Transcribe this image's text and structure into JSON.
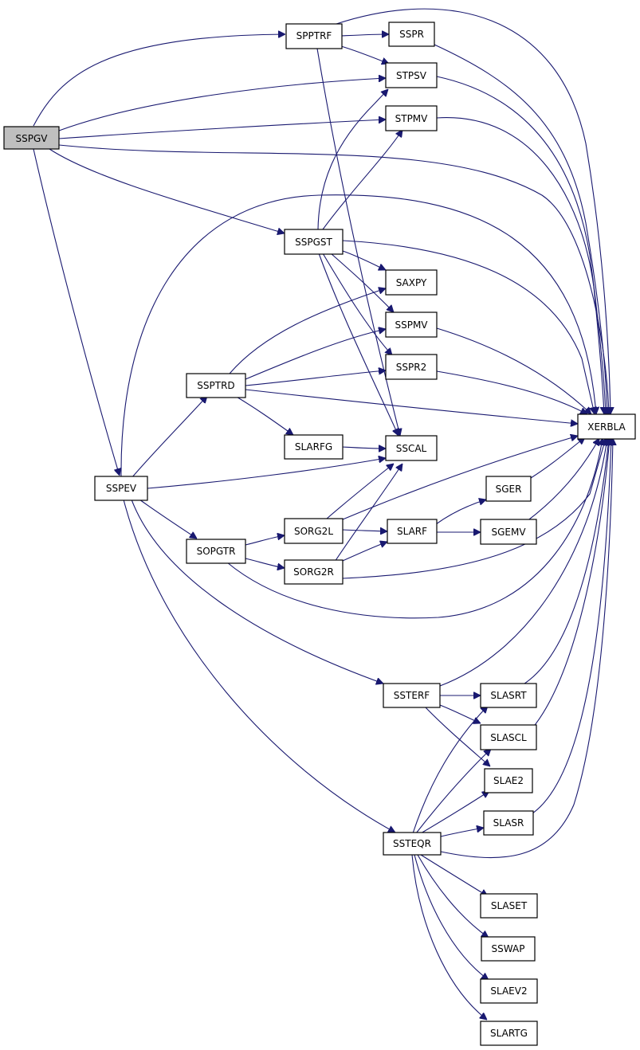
{
  "nodes": {
    "SSPGV": "SSPGV",
    "SPPTRF": "SPPTRF",
    "SSPR": "SSPR",
    "STPSV": "STPSV",
    "STPMV": "STPMV",
    "SSPGST": "SSPGST",
    "SAXPY": "SAXPY",
    "SSPMV": "SSPMV",
    "SSPTRD": "SSPTRD",
    "SSPR2": "SSPR2",
    "XERBLA": "XERBLA",
    "SLARFG": "SLARFG",
    "SSCAL": "SSCAL",
    "SSPEV": "SSPEV",
    "SGER": "SGER",
    "SORG2L": "SORG2L",
    "SLARF": "SLARF",
    "SGEMV": "SGEMV",
    "SOPGTR": "SOPGTR",
    "SORG2R": "SORG2R",
    "SSTERF": "SSTERF",
    "SLASRT": "SLASRT",
    "SLASCL": "SLASCL",
    "SLAE2": "SLAE2",
    "SLASR": "SLASR",
    "SSTEQR": "SSTEQR",
    "SLASET": "SLASET",
    "SSWAP": "SSWAP",
    "SLAEV2": "SLAEV2",
    "SLARTG": "SLARTG"
  },
  "highlighted_node": "SSPGV",
  "colors": {
    "edge": "#191970",
    "root_fill": "#bfbfbf",
    "node_fill": "#ffffff",
    "node_stroke": "#000000"
  }
}
